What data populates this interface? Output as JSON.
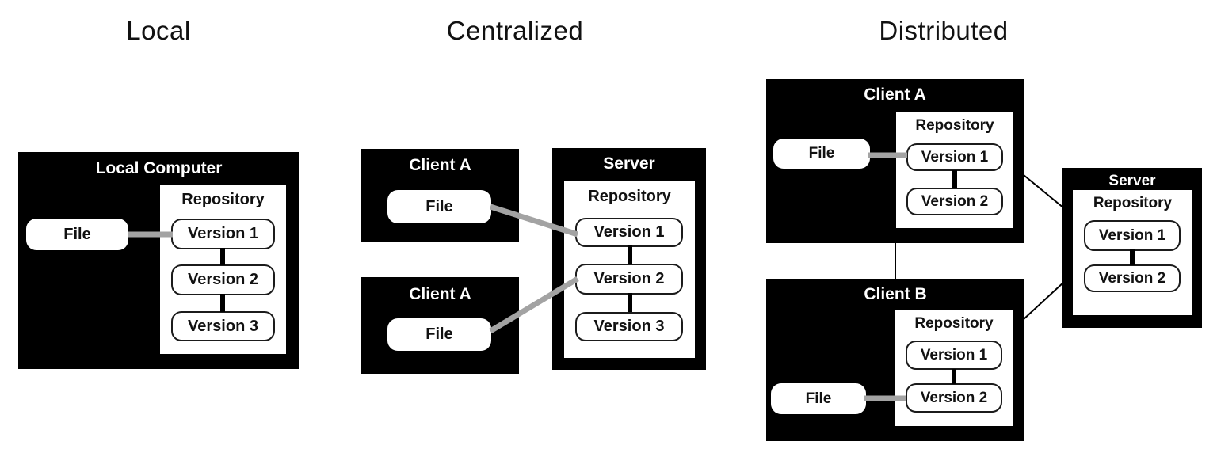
{
  "colors": {
    "background": "#ffffff",
    "box_fill": "#000000",
    "box_text": "#ffffff",
    "text_dark": "#111111",
    "connector_gray": "#a3a3a3",
    "connector_black": "#000000"
  },
  "sections": {
    "local": {
      "title": "Local",
      "computer": {
        "label": "Local Computer",
        "file_label": "File",
        "repository": {
          "label": "Repository",
          "versions": [
            "Version 1",
            "Version 2",
            "Version 3"
          ]
        }
      }
    },
    "centralized": {
      "title": "Centralized",
      "client_top": {
        "label": "Client A",
        "file_label": "File"
      },
      "client_bottom": {
        "label": "Client A",
        "file_label": "File"
      },
      "server": {
        "label": "Server",
        "repository": {
          "label": "Repository",
          "versions": [
            "Version 1",
            "Version 2",
            "Version 3"
          ]
        }
      }
    },
    "distributed": {
      "title": "Distributed",
      "client_a": {
        "label": "Client A",
        "file_label": "File",
        "repository": {
          "label": "Repository",
          "versions": [
            "Version 1",
            "Version 2"
          ]
        }
      },
      "client_b": {
        "label": "Client B",
        "file_label": "File",
        "repository": {
          "label": "Repository",
          "versions": [
            "Version 1",
            "Version 2"
          ]
        }
      },
      "server": {
        "label": "Server",
        "repository": {
          "label": "Repository",
          "versions": [
            "Version 1",
            "Version 2"
          ]
        }
      }
    }
  }
}
